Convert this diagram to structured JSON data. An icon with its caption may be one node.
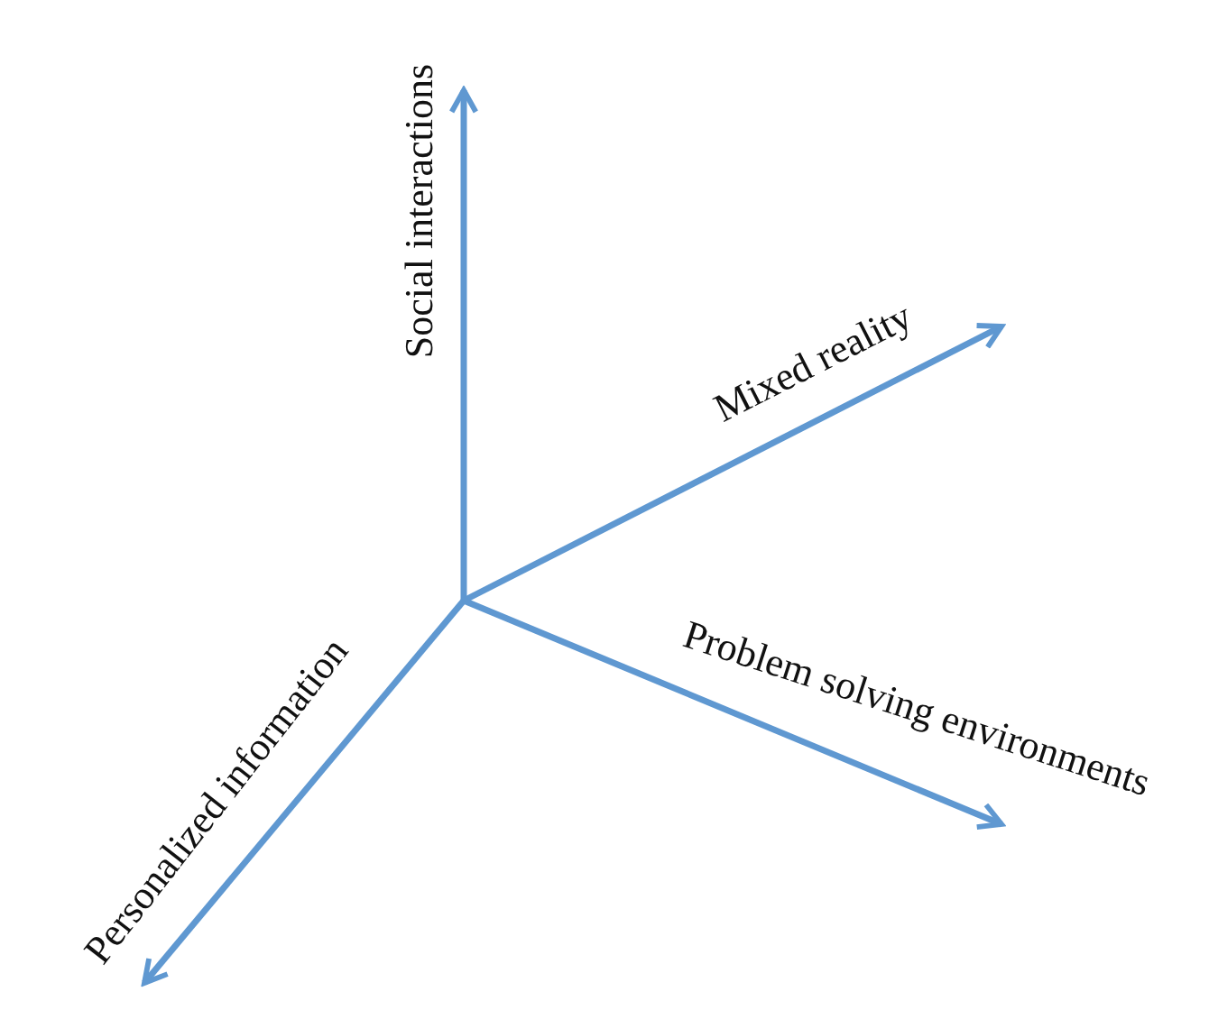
{
  "diagram": {
    "labels": [
      "Social interactions",
      "Mixed reality",
      "Problem solving environments",
      "Personalized information"
    ]
  }
}
